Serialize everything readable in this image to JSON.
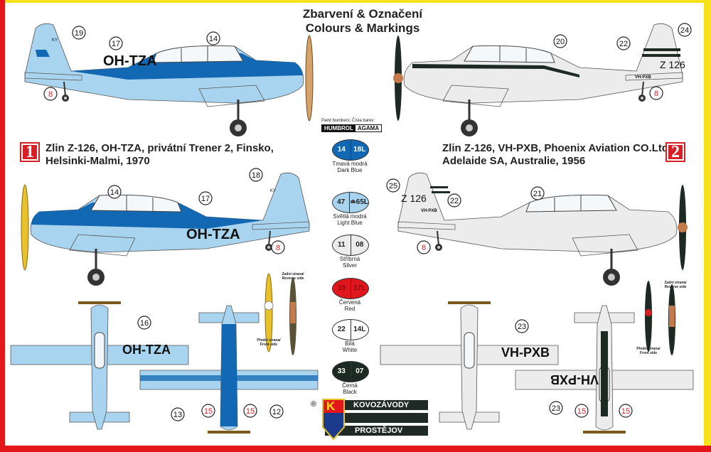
{
  "title": {
    "line1": "Zbarvení & Označení",
    "line2": "Colours & Markings"
  },
  "paint_table": {
    "header": "Paint Numbers: Čísla barev:",
    "brand1": "HUMBROL",
    "brand2": "AGAMA",
    "paints": [
      {
        "humbrol": "14",
        "agama": "18L",
        "name_cz": "Tmavá modrá",
        "name_en": "Dark Blue",
        "color": "#1268b3",
        "text_color": "#ffffff"
      },
      {
        "humbrol": "47",
        "agama": "≐65L",
        "name_cz": "Světlá modrá",
        "name_en": "Light Blue",
        "color": "#a9d4ef",
        "text_color": "#222222"
      },
      {
        "humbrol": "11",
        "agama": "08",
        "name_cz": "Stříbrná",
        "name_en": "Silver",
        "color": "#ececec",
        "text_color": "#222222"
      },
      {
        "humbrol": "19",
        "agama": "17L",
        "name_cz": "Červená",
        "name_en": "Red",
        "color": "#e0161f",
        "text_color": "#8a0a10"
      },
      {
        "humbrol": "22",
        "agama": "14L",
        "name_cz": "Bílá",
        "name_en": "White",
        "color": "#ffffff",
        "text_color": "#222222"
      },
      {
        "humbrol": "33",
        "agama": "07",
        "name_cz": "Černá",
        "name_en": "Black",
        "color": "#1d2a24",
        "text_color": "#ffffff"
      }
    ]
  },
  "schemes": [
    {
      "number": "1",
      "caption_line1": "Zlin Z-126, OH-TZA, privátní Trener 2, Finsko,",
      "caption_line2": "Helsinki-Malmi, 1970",
      "registration": "OH-TZA",
      "fin_code": "KY"
    },
    {
      "number": "2",
      "caption_line1": "Zlin Z-126, VH-PXB, Phoenix Aviation CO.Ltd,",
      "caption_line2": "Adelaide SA, Australie, 1956",
      "registration": "VH-PXB",
      "fin_code": "Z 126"
    }
  ],
  "propeller_labels": {
    "reverse": "Zadní strana/ Reverse side",
    "front": "Přední strana/ Front side"
  },
  "callouts": [
    "19",
    "17",
    "14",
    "8",
    "20",
    "22",
    "24",
    "8",
    "18",
    "14",
    "17",
    "8",
    "25",
    "22",
    "21",
    "8",
    "16",
    "13",
    "15",
    "15",
    "12",
    "23",
    "23",
    "15",
    "15"
  ],
  "logo": {
    "registered": "®",
    "letter": "K",
    "line1": "KOVOZÁVODY",
    "line2": "PROSTĚJOV"
  },
  "colors": {
    "light_blue": "#a9d4ef",
    "dark_blue": "#1268b3",
    "silver": "#ececec",
    "red": "#e3161b",
    "yellow": "#f7e11b"
  }
}
